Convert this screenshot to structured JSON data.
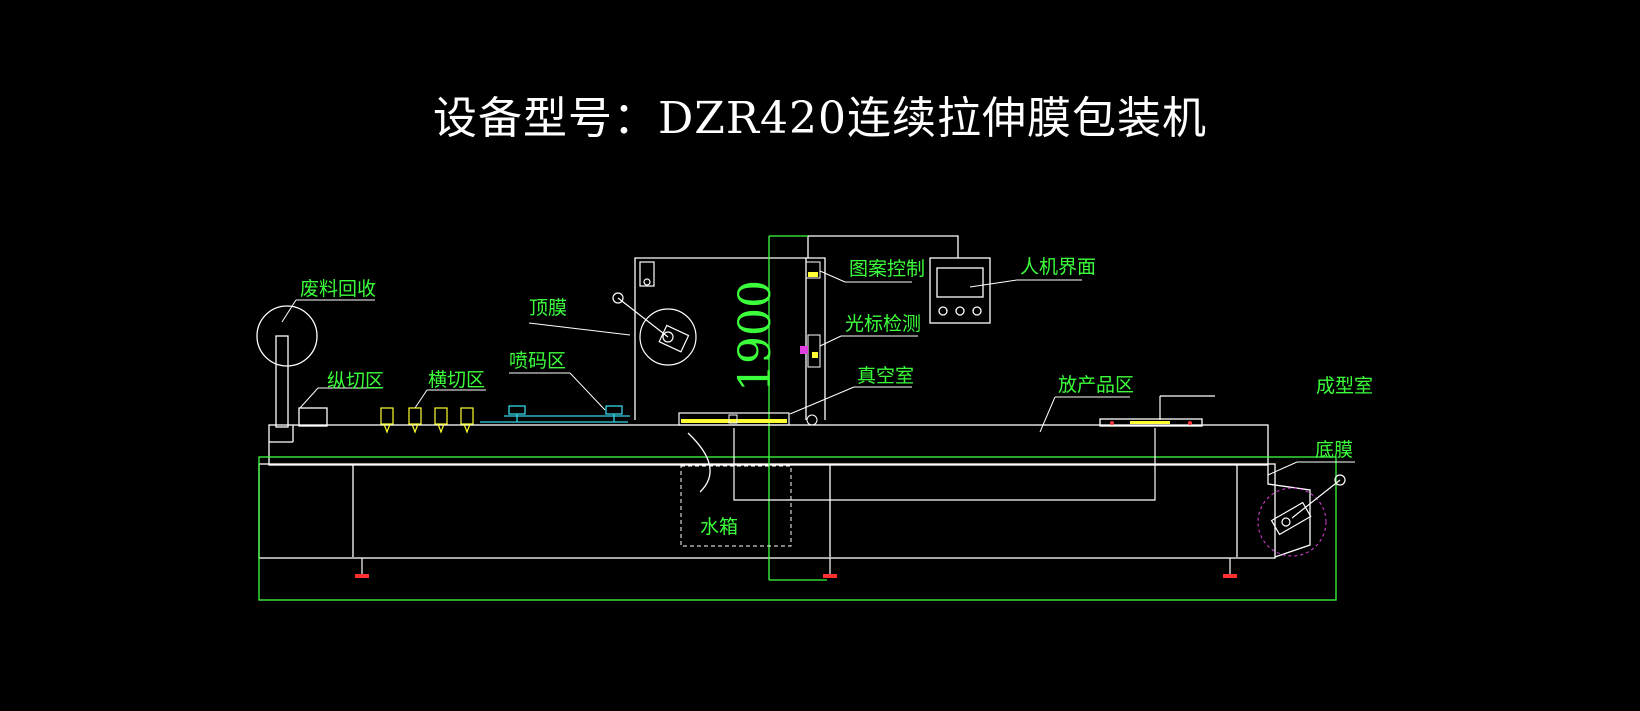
{
  "title": "设备型号：DZR420连续拉伸膜包装机",
  "dimension_label": "1900",
  "labels": {
    "waste_recovery": "废料回收",
    "top_film": "顶膜",
    "pattern_control": "图案控制",
    "hmi": "人机界面",
    "cursor_detection": "光标检测",
    "longitudinal_cut": "纵切区",
    "transverse_cut": "横切区",
    "coding_zone": "喷码区",
    "vacuum_chamber": "真空室",
    "product_zone": "放产品区",
    "forming_chamber": "成型室",
    "bottom_film": "底膜",
    "water_tank": "水箱"
  },
  "colors": {
    "background": "#000000",
    "line_white": "#ffffff",
    "line_green": "#3cff3c",
    "label_green": "#3cff3c",
    "title_white": "#ffffff",
    "accent_cyan": "#35d6e6",
    "accent_yellow": "#ffff33",
    "accent_magenta": "#e040e0",
    "accent_red": "#ff3030"
  }
}
